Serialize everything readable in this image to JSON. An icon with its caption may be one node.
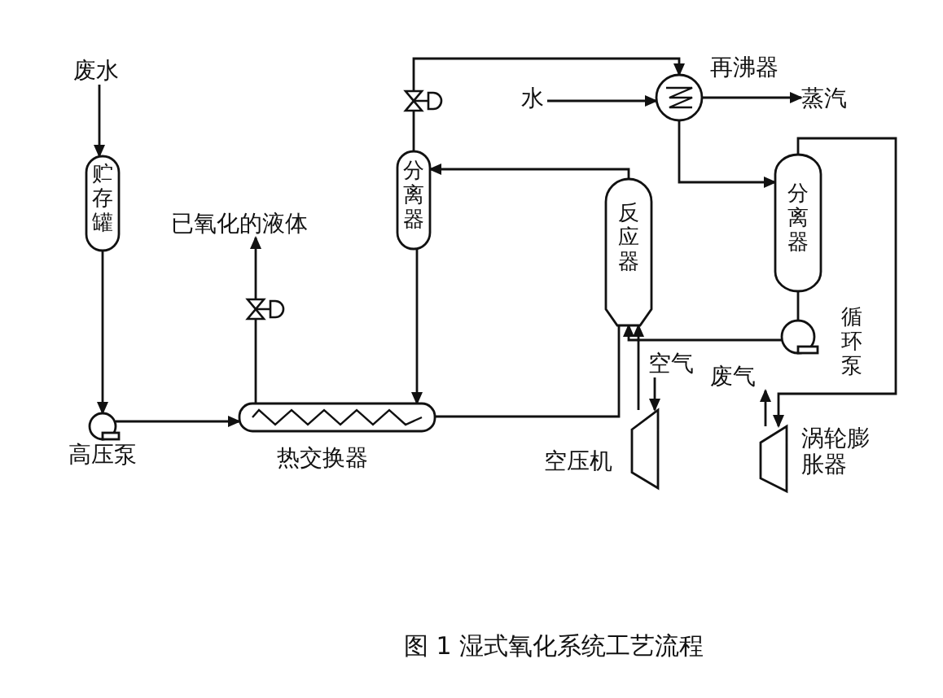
{
  "diagram": {
    "caption": "图 1 湿式氧化系统工艺流程",
    "nodes": [
      {
        "text": [
          "废水"
        ]
      },
      {
        "text": [
          "贮存罐"
        ]
      },
      {
        "text": [
          "高压泵"
        ]
      },
      {
        "text": [
          "热交换器"
        ]
      },
      {
        "text": [
          "已氧化的液体"
        ]
      },
      {
        "text": [
          "分离器"
        ]
      },
      {
        "text": [
          "反应器"
        ]
      },
      {
        "text": [
          "再沸器"
        ]
      },
      {
        "text": [
          "水"
        ]
      },
      {
        "text": [
          "蒸汽"
        ]
      },
      {
        "text": [
          "分离器"
        ]
      },
      {
        "text": [
          "循环泵"
        ]
      },
      {
        "text": [
          "空压机"
        ]
      },
      {
        "text": [
          "涡轮膨胀器"
        ]
      },
      {
        "text": [
          "空气"
        ]
      },
      {
        "text": [
          "废气"
        ]
      }
    ],
    "edges": [
      {
        "from": 0,
        "to": 1,
        "arrow": "to"
      },
      {
        "from": 1,
        "to": 2,
        "arrow": "to"
      },
      {
        "from": 2,
        "to": 3,
        "arrow": "to"
      },
      {
        "from": 3,
        "to": 4,
        "arrow": "to"
      },
      {
        "from": 5,
        "to": 3,
        "arrow": "to"
      },
      {
        "from": 3,
        "to": 6,
        "arrow": "none"
      },
      {
        "from": 12,
        "to": 6,
        "arrow": "to"
      },
      {
        "from": 14,
        "to": 12,
        "arrow": "to"
      },
      {
        "from": 6,
        "to": 5,
        "arrow": "to"
      },
      {
        "from": 5,
        "to": 7,
        "arrow": "to"
      },
      {
        "from": 8,
        "to": 7,
        "arrow": "to"
      },
      {
        "from": 7,
        "to": 9,
        "arrow": "to"
      },
      {
        "from": 7,
        "to": 10,
        "arrow": "to"
      },
      {
        "from": 10,
        "to": 13,
        "arrow": "to"
      },
      {
        "from": 10,
        "to": 11,
        "arrow": "none"
      },
      {
        "from": 11,
        "to": 6,
        "arrow": "to"
      },
      {
        "from": 13,
        "to": 15,
        "arrow": "to"
      }
    ]
  }
}
